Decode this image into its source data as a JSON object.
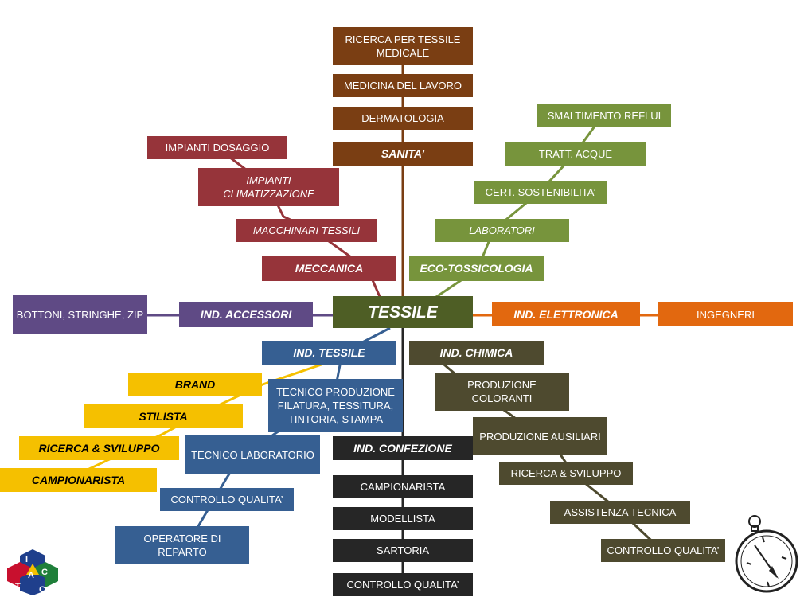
{
  "center": {
    "label": "TESSILE"
  },
  "sanita": {
    "header": "SANITA’",
    "items": [
      "RICERCA PER TESSILE MEDICALE",
      "MEDICINA DEL LAVORO",
      "DERMATOLOGIA"
    ]
  },
  "meccanica": {
    "header": "MECCANICA",
    "items": [
      "IMPIANTI DOSAGGIO",
      "IMPIANTI CLIMATIZZAZIONE",
      "MACCHINARI TESSILI"
    ]
  },
  "eco": {
    "header": "ECO-TOSSICOLOGIA",
    "items": [
      "SMALTIMENTO REFLUI",
      "TRATT. ACQUE",
      "CERT. SOSTENIBILITA’",
      "LABORATORI"
    ]
  },
  "accessori": {
    "header": "IND. ACCESSORI",
    "items": [
      "BOTTONI, STRINGHE, ZIP"
    ]
  },
  "elettronica": {
    "header": "IND. ELETTRONICA",
    "items": [
      "INGEGNERI"
    ]
  },
  "ind_tessile": {
    "header": "IND. TESSILE",
    "items": [
      "TECNICO PRODUZIONE FILATURA, TESSITURA, TINTORIA, STAMPA",
      "TECNICO LABORATORIO",
      "CONTROLLO QUALITA’",
      "OPERATORE DI REPARTO"
    ]
  },
  "fashion": {
    "items": [
      "BRAND",
      "STILISTA",
      "RICERCA & SVILUPPO",
      "CAMPIONARISTA"
    ]
  },
  "chimica": {
    "header": "IND. CHIMICA",
    "items": [
      "PRODUZIONE COLORANTI",
      "PRODUZIONE AUSILIARI",
      "RICERCA & SVILUPPO",
      "ASSISTENZA TECNICA",
      "CONTROLLO QUALITA’"
    ]
  },
  "confezione": {
    "header": "IND. CONFEZIONE",
    "items": [
      "CAMPIONARISTA",
      "MODELLISTA",
      "SARTORIA",
      "CONTROLLO QUALITA’"
    ]
  },
  "logo": {
    "letters": [
      "I",
      "A",
      "C",
      "T",
      "C"
    ]
  },
  "colors": {
    "sanita": "#7a3e13",
    "meccanica": "#96343a",
    "eco": "#77943c",
    "accessori": "#5f4a85",
    "elettronica": "#e2680f",
    "ind_tessile": "#365f92",
    "chimica": "#4e4a2f",
    "fashion": "#f5c000",
    "confezione": "#262626",
    "center": "#4e5e25"
  }
}
